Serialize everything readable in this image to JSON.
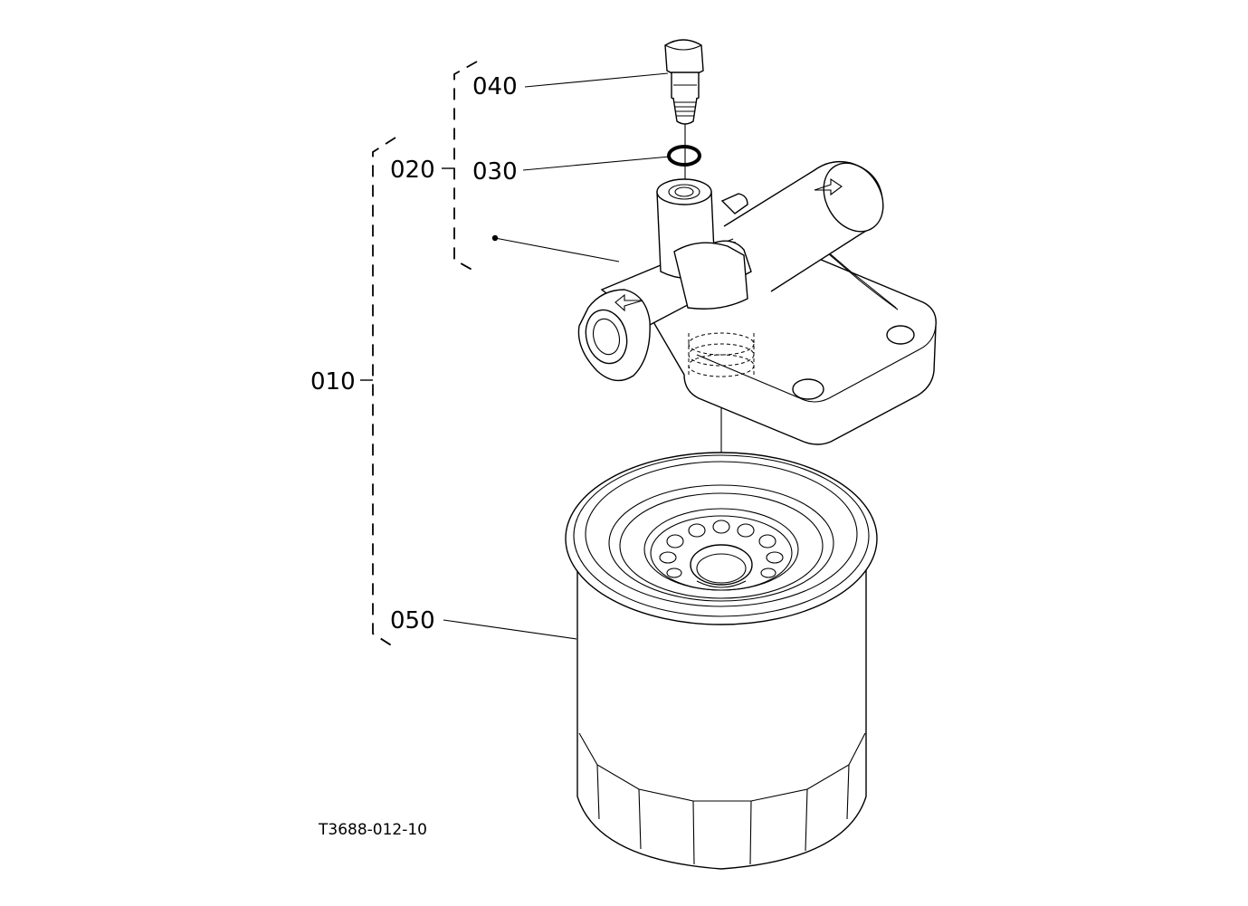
{
  "diagram": {
    "labels": {
      "p010": "010",
      "p020": "020",
      "p030": "030",
      "p040": "040",
      "p050": "050"
    },
    "drawing_code": "T3688-012-10",
    "line_color": "#000000",
    "background": "#ffffff"
  }
}
